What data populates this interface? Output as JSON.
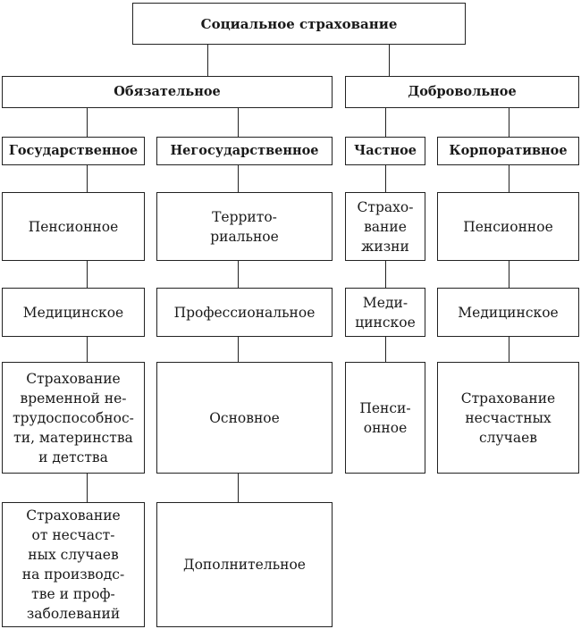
{
  "diagram": {
    "root": "Социальное страхование",
    "mandatory": {
      "label": "Обязательное",
      "state": {
        "label": "Государственное",
        "items": [
          "Пенсионное",
          "Медицинское",
          "Страхование\nвременной не-\nтрудоспособнос-\nти, материнства\nи детства",
          "Страхование\nот несчаст-\nных случаев\nна производс-\nтве и проф-\nзаболеваний"
        ]
      },
      "nonstate": {
        "label": "Негосударственное",
        "items": [
          "Террито-\nриальное",
          "Профессиональное",
          "Основное",
          "Дополнительное"
        ]
      }
    },
    "voluntary": {
      "label": "Добровольное",
      "private": {
        "label": "Частное",
        "items": [
          "Страхо-\nвание\nжизни",
          "Меди-\nцинское",
          "Пенси-\nонное"
        ]
      },
      "corporate": {
        "label": "Корпоративное",
        "items": [
          "Пенсионное",
          "Медицинское",
          "Страхование\nнесчастных\nслучаев"
        ]
      }
    }
  }
}
